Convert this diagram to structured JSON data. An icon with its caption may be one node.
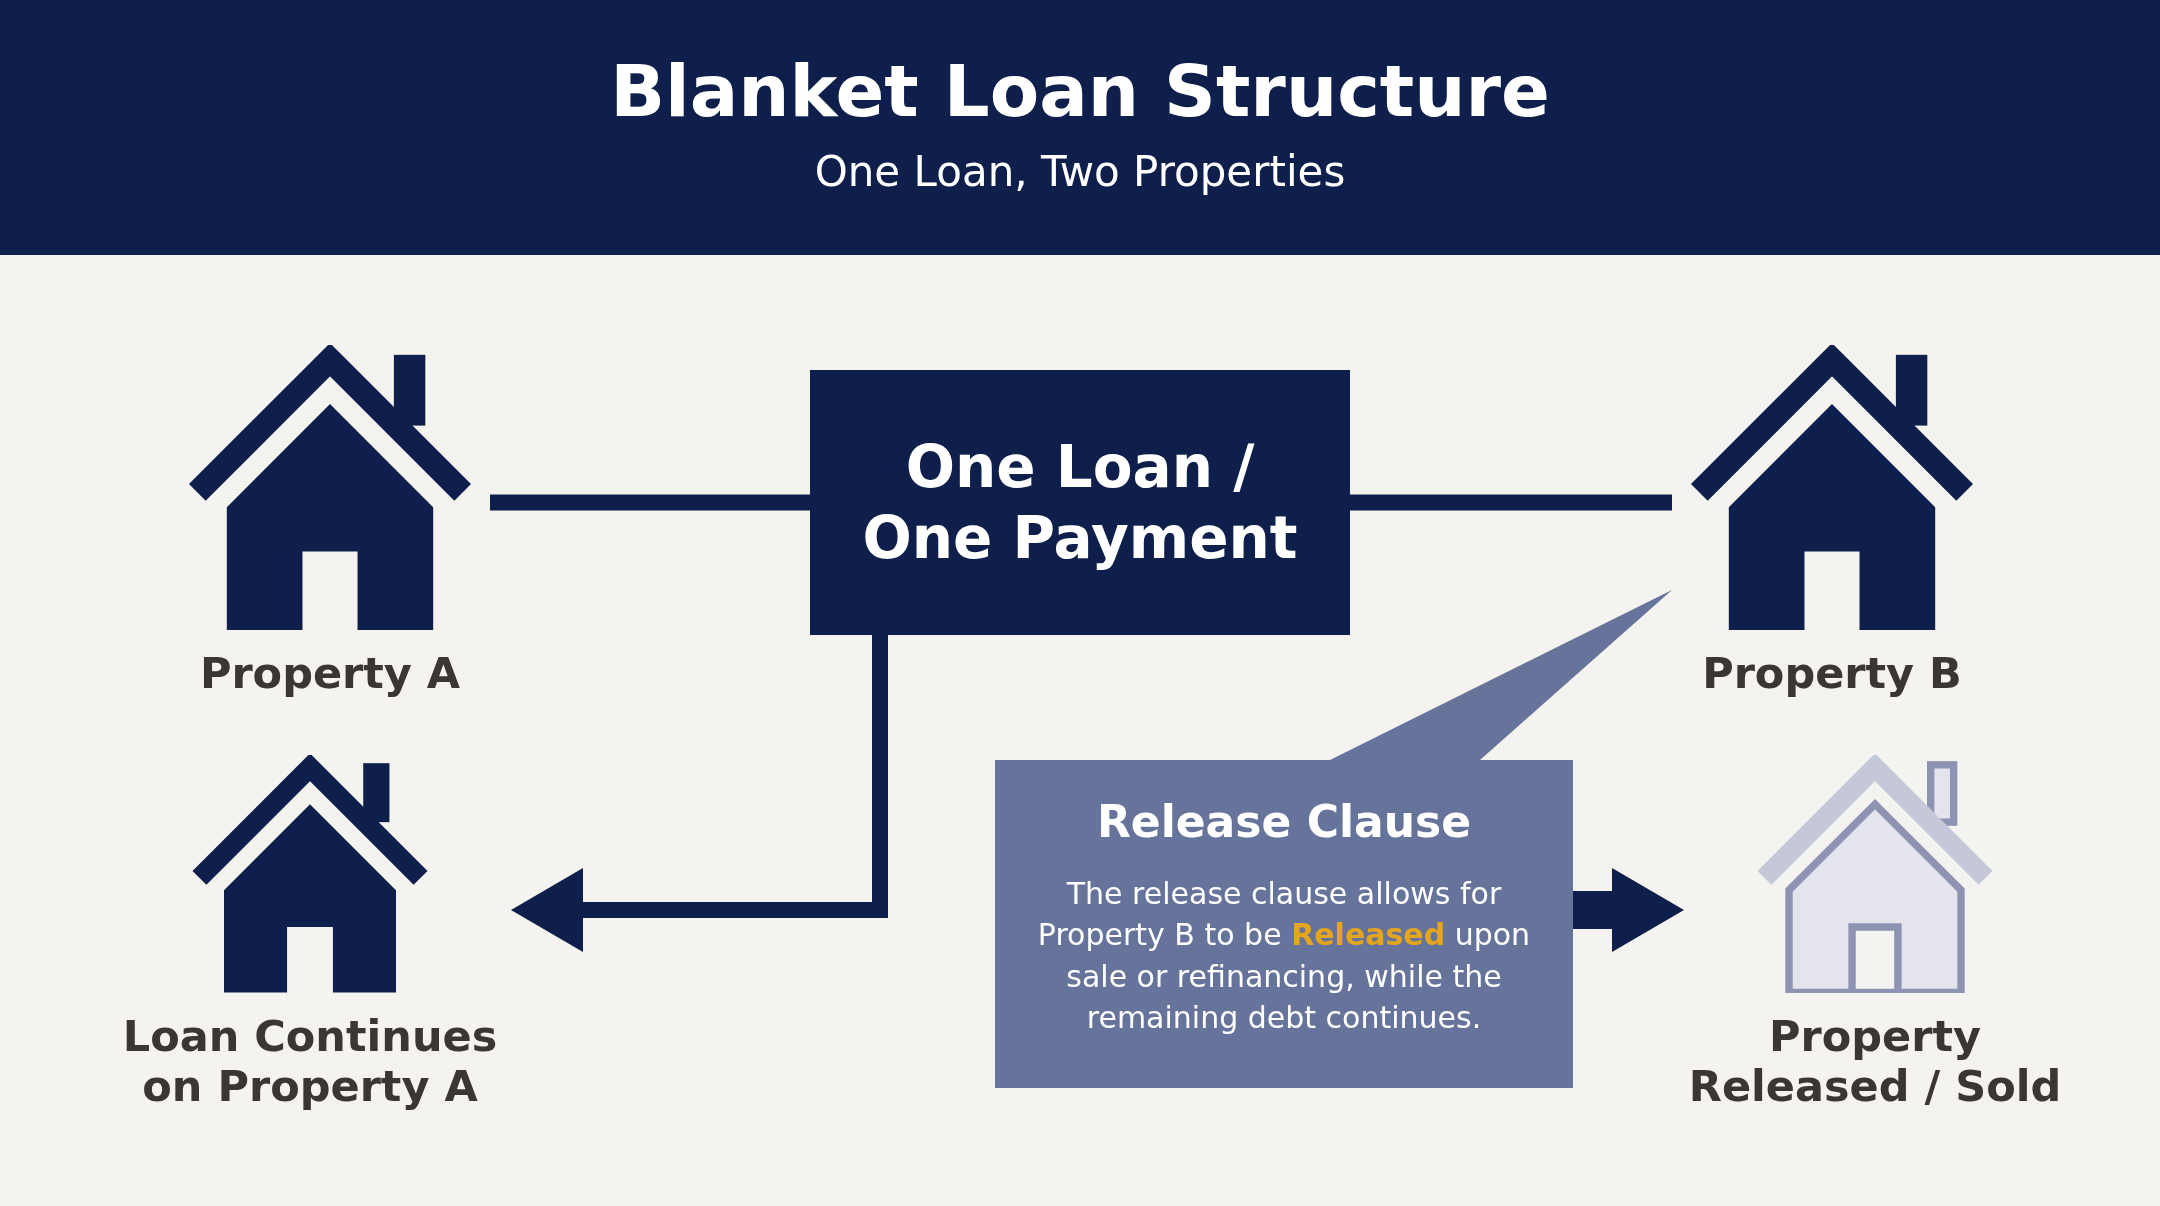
{
  "diagram": {
    "title": "Blanket Loan Structure",
    "caption": "One Loan, Two Properties",
    "nodes": [
      {
        "text": [
          "Property A"
        ]
      },
      {
        "text": [
          "One Loan / One Payment"
        ]
      },
      {
        "text": [
          "Property B"
        ]
      },
      {
        "text": [
          "Loan Continues on Property A"
        ]
      },
      {
        "text": [
          "Release Clause",
          "The release clause allows for Property B to be **Released** upon sale or refinancing, while the remaining debt continues."
        ]
      },
      {
        "text": [
          "Property Released / Sold"
        ]
      }
    ],
    "edges": [
      {
        "from": 1,
        "to": 0,
        "arrow": "none"
      },
      {
        "from": 1,
        "to": 2,
        "arrow": "none"
      },
      {
        "from": 1,
        "to": 3,
        "arrow": "to"
      },
      {
        "from": 4,
        "to": 2,
        "arrow": "none",
        "color": "#66739a"
      },
      {
        "from": 4,
        "to": 5,
        "arrow": "to",
        "style": "thick"
      }
    ]
  }
}
